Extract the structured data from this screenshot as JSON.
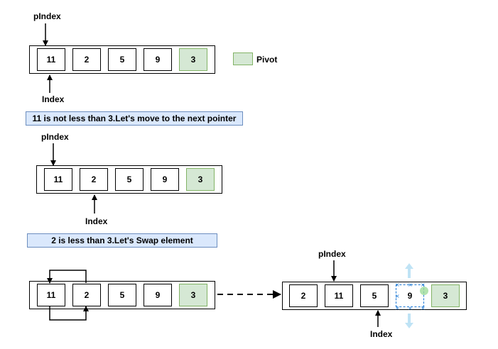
{
  "colors": {
    "pivot_fill": "#d5e8d4",
    "pivot_stroke": "#82b366",
    "banner_fill": "#dae8fc",
    "banner_stroke": "#6c8ebf",
    "selection_handle": "#1f7ad6"
  },
  "legend": {
    "label": "Pivot"
  },
  "step1": {
    "pointer_top": "pIndex",
    "pointer_bottom": "Index",
    "cells": [
      "11",
      "2",
      "5",
      "9",
      "3"
    ],
    "message": "11 is not less than 3.Let's move to the next pointer"
  },
  "step2": {
    "pointer_top": "pIndex",
    "pointer_bottom": "Index",
    "cells": [
      "11",
      "2",
      "5",
      "9",
      "3"
    ],
    "message": "2 is less than 3.Let's Swap element"
  },
  "step3": {
    "cells": [
      "11",
      "2",
      "5",
      "9",
      "3"
    ],
    "swap_connector": "swap-loop",
    "transition_arrow": "dashed-right-arrow"
  },
  "step4": {
    "pointer_top": "pIndex",
    "pointer_bottom": "Index",
    "cells": [
      "2",
      "11",
      "5",
      "9",
      "3"
    ],
    "selection_icons": [
      "resize-handle-up-icon",
      "resize-handle-down-icon",
      "rotate-handle-icon"
    ]
  }
}
